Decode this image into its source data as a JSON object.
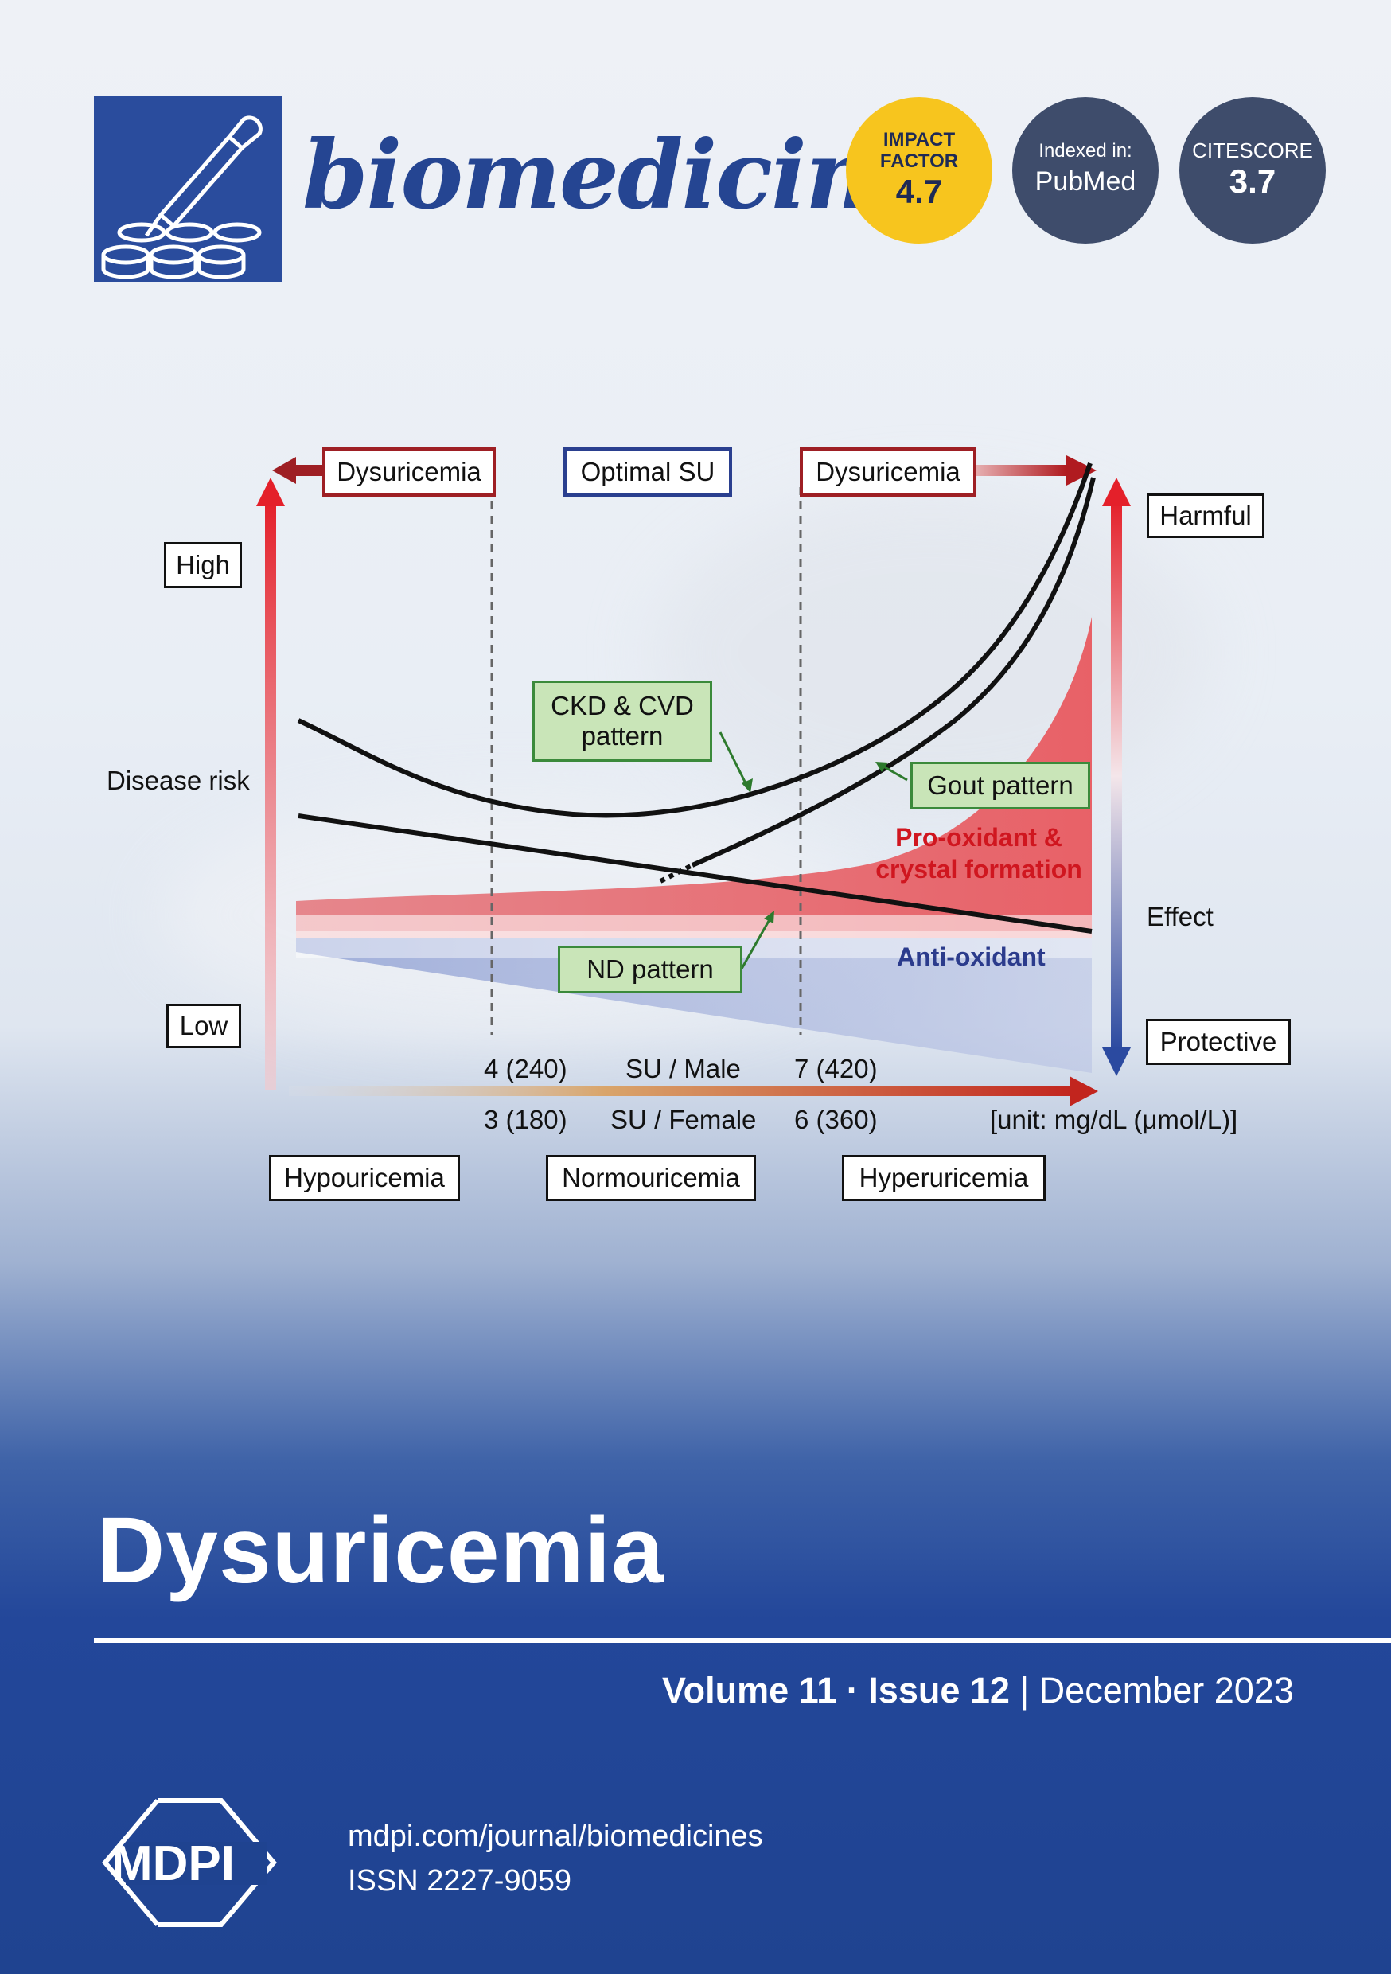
{
  "colors": {
    "brand_blue": "#2a4c9d",
    "impact_badge": "#f7c51e",
    "dark_badge": "#3e4c6b",
    "cover_blue": "#1f4390",
    "risk_red": "#d0161f",
    "protective_blue": "#2b3b8c",
    "callout_green": "#c9e5b8"
  },
  "header": {
    "logo_icon": "pipette-with-wells-icon",
    "journal_title": "biomedicines",
    "impact_badge": {
      "line1": "IMPACT",
      "line2": "FACTOR",
      "value": "4.7"
    },
    "indexed_badge": {
      "line1": "Indexed in:",
      "value": "PubMed"
    },
    "citescore_badge": {
      "line1": "CITESCORE",
      "value": "3.7"
    }
  },
  "figure": {
    "top_labels": {
      "dysuricemia_left": "Dysuricemia",
      "optimal": "Optimal SU",
      "dysuricemia_right": "Dysuricemia"
    },
    "y_axis": {
      "high": "High",
      "title": "Disease risk",
      "low": "Low"
    },
    "right_axis": {
      "harmful": "Harmful",
      "title": "Effect",
      "protective": "Protective"
    },
    "callouts": {
      "ckd_cvd_line1": "CKD & CVD",
      "ckd_cvd_line2": "pattern",
      "gout": "Gout pattern",
      "nd": "ND pattern"
    },
    "regions": {
      "pro_oxidant_line1": "Pro-oxidant &",
      "pro_oxidant_line2": "crystal formation",
      "anti_oxidant": "Anti-oxidant"
    },
    "x_axis": {
      "male_low": "4 (240)",
      "male_label": "SU / Male",
      "male_high": "7 (420)",
      "female_low": "3 (180)",
      "female_label": "SU / Female",
      "female_high": "6 (360)",
      "unit": "[unit: mg/dL (μmol/L)]"
    },
    "categories": {
      "hypo": "Hypouricemia",
      "normo": "Normouricemia",
      "hyper": "Hyperuricemia"
    }
  },
  "issue": {
    "title": "Dysuricemia",
    "volume": "Volume 11",
    "separator": "·",
    "issue_no": "Issue 12",
    "pipe": "|",
    "date": "December 2023"
  },
  "footer": {
    "publisher": "MDPI",
    "url": "mdpi.com/journal/biomedicines",
    "issn": "ISSN 2227-9059"
  }
}
